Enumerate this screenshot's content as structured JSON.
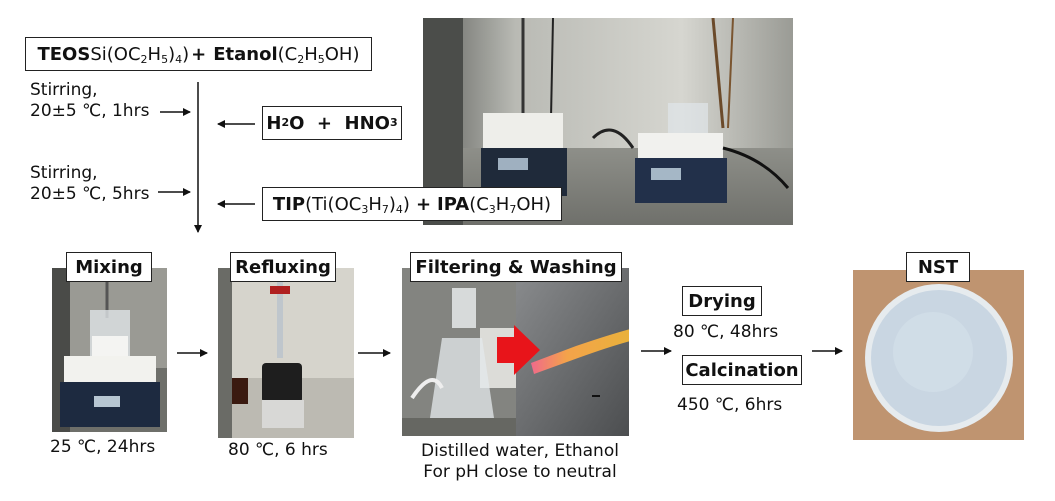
{
  "reagents": {
    "teos_name": "TEOS",
    "teos_formula_a": "Si(OC",
    "teos_sub_a": "2",
    "teos_formula_b": "H",
    "teos_sub_b": "5",
    "teos_formula_c": ")",
    "teos_sub_c": "4",
    "teos_formula_d": ")",
    "plus": "+",
    "ethanol_name": "Etanol",
    "ethanol_formula_a": "(C",
    "ethanol_sub_a": "2",
    "ethanol_formula_b": "H",
    "ethanol_sub_b": "5",
    "ethanol_formula_c": "OH)",
    "water_a": "H",
    "water_sub": "2",
    "water_b": "O  +  HNO",
    "nitric_sub": "3",
    "tip_name": "TIP",
    "tip_formula_a": "(Ti(OC",
    "tip_sub_a": "3",
    "tip_formula_b": "H",
    "tip_sub_b": "7",
    "tip_formula_c": ")",
    "tip_sub_c": "4",
    "tip_formula_d": ")",
    "ipa_name": "IPA",
    "ipa_formula_a": "(C",
    "ipa_sub_a": "3",
    "ipa_formula_b": "H",
    "ipa_sub_b": "7",
    "ipa_formula_c": "OH)"
  },
  "conditions": {
    "stir1_line1": "Stirring,",
    "stir1_line2": "20±5 ℃, 1hrs",
    "stir2_line1": "Stirring,",
    "stir2_line2": "20±5 ℃, 5hrs"
  },
  "steps": [
    {
      "label": "Mixing",
      "caption": "25 ℃, 24hrs"
    },
    {
      "label": "Refluxing",
      "caption": "80 ℃, 6 hrs"
    },
    {
      "label": "Filtering & Washing",
      "caption_line1": "Distilled water, Ethanol",
      "caption_line2": "For pH close to neutral"
    },
    {
      "label": "Drying",
      "caption": "80 ℃, 48hrs"
    },
    {
      "label": "Calcination",
      "caption": "450 ℃, 6hrs"
    },
    {
      "label": "NST"
    }
  ],
  "colors": {
    "arrow_red": "#e8141a",
    "box_border": "#222222"
  }
}
